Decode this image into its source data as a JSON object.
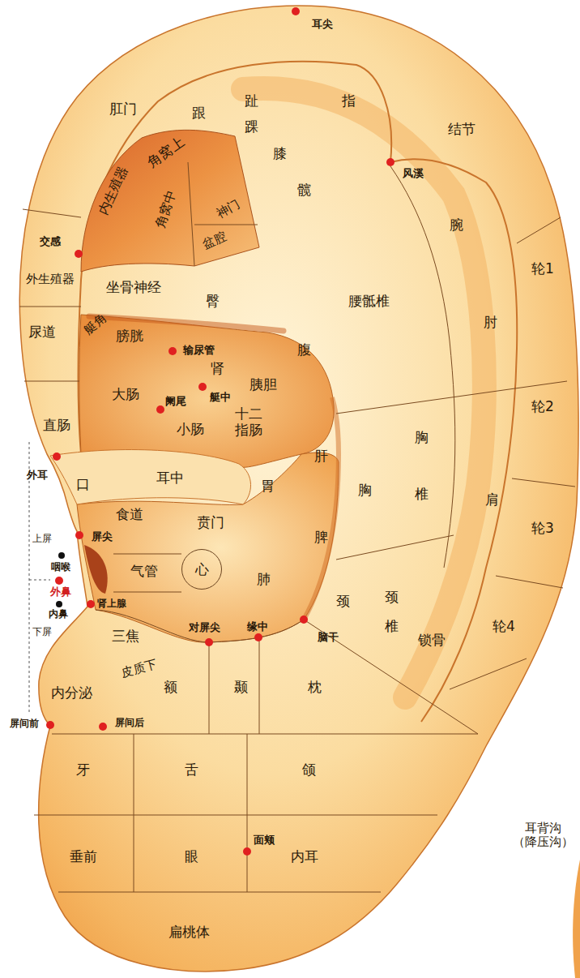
{
  "diagram": {
    "nodes": [
      {
        "text": [
          "心"
        ]
      }
    ],
    "labels": [
      "耳尖",
      "肛门",
      "跟",
      "趾",
      "踝",
      "指",
      "角窝上",
      "膝",
      "风溪",
      "结节",
      "内生殖器",
      "髋",
      "角窝中",
      "神门",
      "腕",
      "盆腔",
      "交感",
      "外生殖器",
      "坐骨神经",
      "臀",
      "腰骶椎",
      "轮1",
      "肘",
      "尿道",
      "艇角",
      "膀胱",
      "输尿管",
      "肾",
      "腹",
      "大肠",
      "艇中",
      "胰胆",
      "阑尾",
      "小肠",
      "十二 指肠",
      "轮2",
      "直肠",
      "胸",
      "外耳",
      "肝",
      "口",
      "耳中",
      "胃",
      "胸",
      "椎",
      "肩",
      "食道",
      "贲门",
      "轮3",
      "上屏",
      "屏尖",
      "咽喉",
      "气管",
      "肺",
      "脾",
      "外鼻",
      "内鼻",
      "肾上腺",
      "下屏",
      "颈",
      "颈",
      "椎",
      "对屏尖",
      "缘中",
      "脑干",
      "锁骨",
      "轮4",
      "三焦",
      "皮质下",
      "额",
      "颞",
      "枕",
      "内分泌",
      "屏间前",
      "屏间后",
      "牙",
      "舌",
      "颌",
      "耳背沟 （降压沟）",
      "垂前",
      "眼",
      "面颊",
      "内耳",
      "扁桃体"
    ]
  }
}
